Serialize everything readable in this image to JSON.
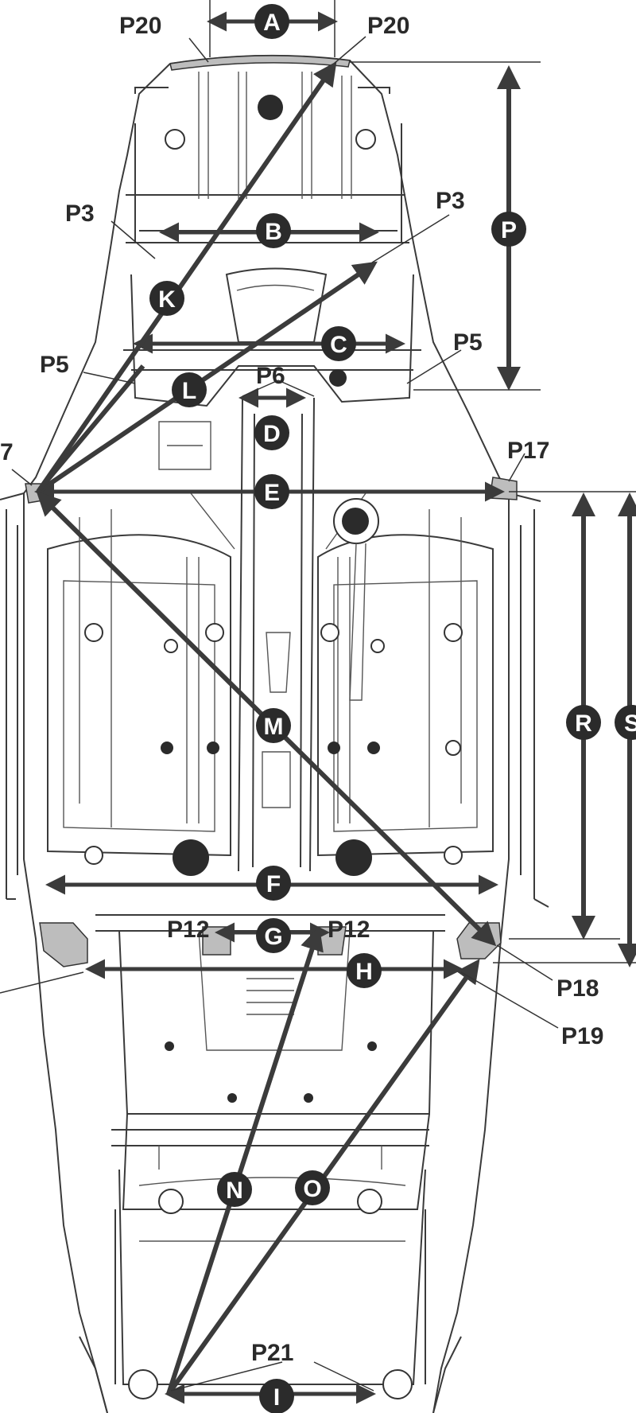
{
  "measurements": {
    "A": "A",
    "B": "B",
    "C": "C",
    "D": "D",
    "E": "E",
    "F": "F",
    "G": "G",
    "H": "H",
    "I": "I",
    "K": "K",
    "L": "L",
    "M": "M",
    "N": "N",
    "O": "O",
    "P": "P",
    "R": "R",
    "S": "S"
  },
  "points": {
    "p20_left": "P20",
    "p20_right": "P20",
    "p3_left": "P3",
    "p3_right": "P3",
    "p5_left": "P5",
    "p5_right": "P5",
    "p6": "P6",
    "p17_left": "7",
    "p17_right": "P17",
    "p12_left": "P12",
    "p12_right": "P12",
    "p18": "P18",
    "p19": "P19",
    "p21": "P21"
  },
  "colors": {
    "ink": "#2b2b2b",
    "background": "#ffffff",
    "shading": "#bdbdbd"
  }
}
